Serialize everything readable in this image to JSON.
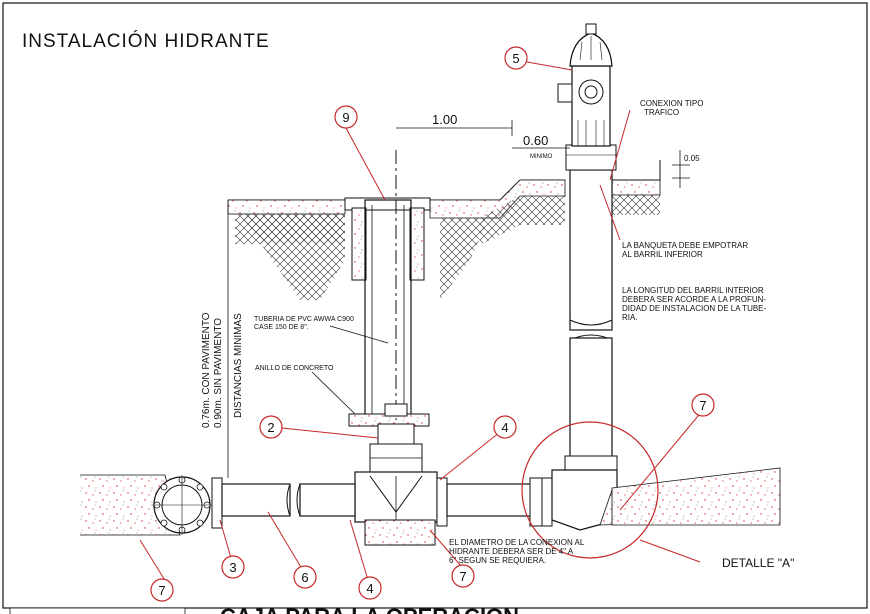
{
  "title": "INSTALACIÓN HIDRANTE",
  "bottom_heading": "CAJA PARA LA OPERACION",
  "dimensions": {
    "d100": "1.00",
    "d060": "0.60",
    "minimo": "MINIMO",
    "d005": "0.05",
    "depth_pav": "0.76m. CON PAVIMENTO",
    "depth_sin": "0.90m. SIN PAVIMENTO",
    "min_dist": "DISTANCIAS MINIMAS"
  },
  "notes": {
    "conexion_1": "CONEXION TIPO",
    "conexion_2": "TRAFICO",
    "banqueta_1": "LA BANQUETA DEBE EMPOTRAR",
    "banqueta_2": "AL BARRIL INFERIOR",
    "longitud_1": "LA LONGITUD DEL BARRIL INTERIOR",
    "longitud_2": "DEBERA SER ACORDE A LA PROFUN-",
    "longitud_3": "DIDAD DE INSTALACION DE LA TUBE-",
    "longitud_4": "RIA.",
    "tuberia_1": "TUBERIA DE PVC AWWA C900",
    "tuberia_2": "CASE 150 DE 8\".",
    "anillo": "ANILLO DE CONCRETO",
    "diametro_1": "EL DIAMETRO DE LA CONEXION AL",
    "diametro_2": "HIDRANTE DEBERA SER DE 4\" A",
    "diametro_3": "6\" SEGUN SE REQUIERA.",
    "detalle": "DETALLE \"A\""
  },
  "callouts": {
    "c9": "9",
    "c5": "5",
    "c2": "2",
    "c4a": "4",
    "c7a": "7",
    "c3": "3",
    "c6": "6",
    "c4b": "4",
    "c7b": "7",
    "c7c": "7"
  },
  "colors": {
    "leader": "#c62828",
    "line": "#111111",
    "speckle": "#d32f2f"
  }
}
